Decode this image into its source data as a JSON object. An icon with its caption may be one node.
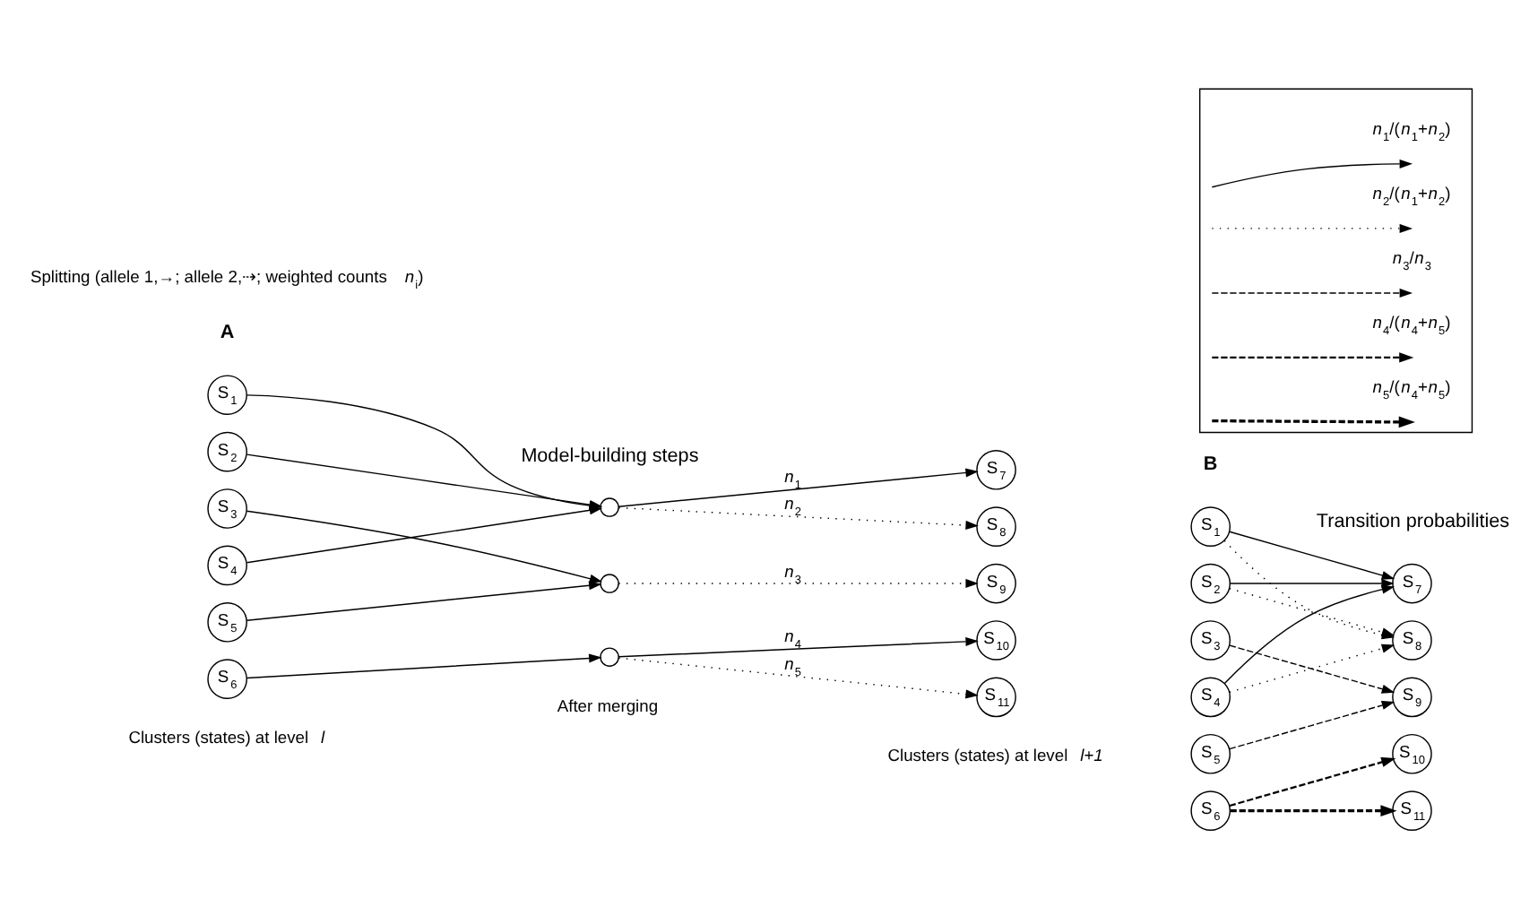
{
  "diagram": {
    "nodes": [
      {
        "text": [
          "S$_{1}$"
        ]
      },
      {
        "text": [
          "S$_{2}$"
        ]
      },
      {
        "text": [
          "S$_{3}$"
        ]
      },
      {
        "text": [
          "S$_{4}$"
        ]
      },
      {
        "text": [
          "S$_{5}$"
        ]
      },
      {
        "text": [
          "S$_{6}$"
        ]
      },
      {
        "text": [],
        "shape": "circle"
      },
      {
        "text": [],
        "shape": "circle"
      },
      {
        "text": [],
        "shape": "circle"
      },
      {
        "text": [
          "S$_{7}$"
        ]
      },
      {
        "text": [
          "S$_{8}$"
        ]
      },
      {
        "text": [
          "S$_{9}$"
        ]
      },
      {
        "text": [
          "S$_{10}$"
        ]
      },
      {
        "text": [
          "S$_{11}$"
        ]
      },
      {
        "text": [
          "S$_{1}$"
        ]
      },
      {
        "text": [
          "S$_{2}$"
        ]
      },
      {
        "text": [
          "S$_{3}$"
        ]
      },
      {
        "text": [
          "S$_{4}$"
        ]
      },
      {
        "text": [
          "S$_{5}$"
        ]
      },
      {
        "text": [
          "S$_{6}$"
        ]
      },
      {
        "text": [
          "S$_{7}$"
        ]
      },
      {
        "text": [
          "S$_{8}$"
        ]
      },
      {
        "text": [
          "S$_{9}$"
        ]
      },
      {
        "text": [
          "S$_{10}$"
        ]
      },
      {
        "text": [
          "S$_{11}$"
        ]
      },
      {
        "text": [],
        "shape": "box"
      }
    ],
    "edges": [
      {
        "from": 0,
        "to": 6,
        "arrow": "to"
      },
      {
        "from": 1,
        "to": 6,
        "arrow": "to"
      },
      {
        "from": 2,
        "to": 7,
        "arrow": "to"
      },
      {
        "from": 3,
        "to": 6,
        "arrow": "to"
      },
      {
        "from": 4,
        "to": 7,
        "arrow": "to"
      },
      {
        "from": 5,
        "to": 8,
        "arrow": "to"
      },
      {
        "from": 6,
        "to": 9,
        "arrow": "to",
        "label": "*n*$_{1}$"
      },
      {
        "from": 6,
        "to": 10,
        "arrow": "to",
        "label": "*n*$_{2}$",
        "style": "dashed"
      },
      {
        "from": 7,
        "to": 11,
        "arrow": "to",
        "label": "*n*$_{3}$",
        "style": "dashed"
      },
      {
        "from": 8,
        "to": 12,
        "arrow": "to",
        "label": "*n*$_{4}$"
      },
      {
        "from": 8,
        "to": 13,
        "arrow": "to",
        "label": "*n*$_{5}$",
        "style": "dashed"
      },
      {
        "from": 14,
        "to": 20,
        "arrow": "to"
      },
      {
        "from": 14,
        "to": 21,
        "arrow": "to",
        "style": "dashed"
      },
      {
        "from": 15,
        "to": 20,
        "arrow": "to"
      },
      {
        "from": 15,
        "to": 21,
        "arrow": "to",
        "style": "dashed"
      },
      {
        "from": 16,
        "to": 22,
        "arrow": "to",
        "style": "dashed"
      },
      {
        "from": 17,
        "to": 20,
        "arrow": "to"
      },
      {
        "from": 17,
        "to": 21,
        "arrow": "to",
        "style": "dashed"
      },
      {
        "from": 18,
        "to": 22,
        "arrow": "to",
        "style": "dashed"
      },
      {
        "from": 19,
        "to": 23,
        "arrow": "to",
        "style": "dashed"
      },
      {
        "from": 19,
        "to": 24,
        "arrow": "to",
        "style": "dashed"
      }
    ],
    "labels": [
      "**A**",
      "Model-building steps",
      "**B**",
      "Transition probabilities",
      "Clusters (states) at level *l*",
      "After merging",
      "Splitting (allele 1,→; allele 2,⇢; weighted counts *n*$_{i}$)",
      "Clusters (states) at level *l+1*"
    ],
    "legend": [
      {
        "text": "*n*$_{1}$/(*n*$_{1}$+*n*$_{2}$)"
      },
      {
        "text": "*n*$_{2}$/(*n*$_{1}$+*n*$_{2}$)"
      },
      {
        "text": "*n*$_{3}$/*n*$_{3}$"
      },
      {
        "text": "*n*$_{4}$/(*n*$_{4}$+*n*$_{5}$)"
      },
      {
        "text": "*n*$_{5}$/(*n*$_{4}$+*n*$_{5}$)"
      }
    ]
  }
}
